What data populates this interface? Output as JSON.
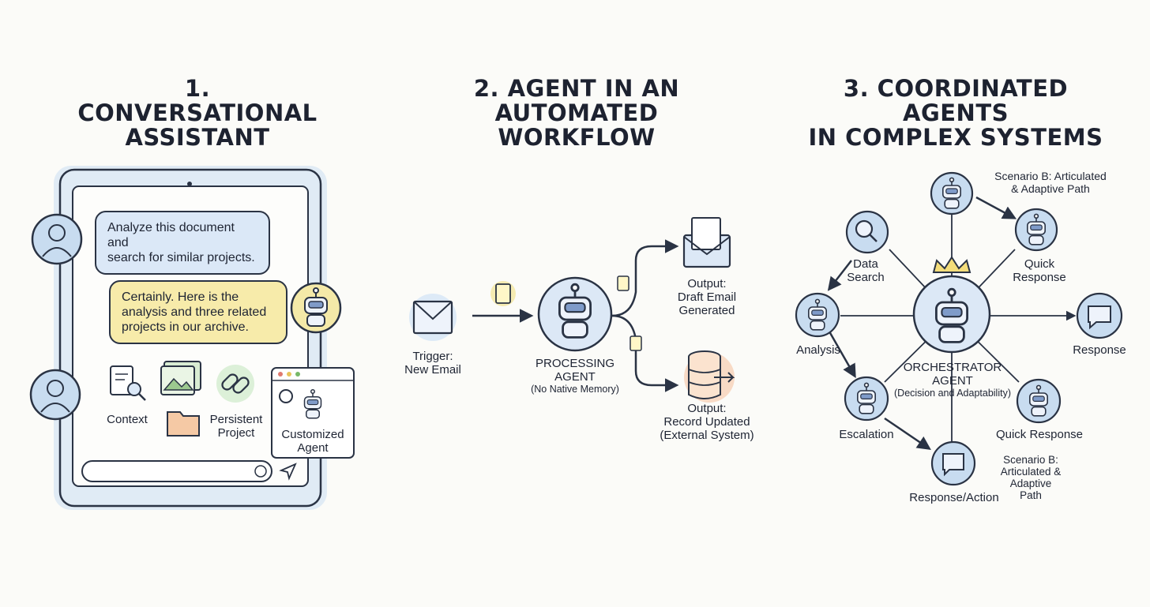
{
  "panel1": {
    "title_line1": "1. CONVERSATIONAL",
    "title_line2": "ASSISTANT",
    "user_message_line1": "Analyze this document and",
    "user_message_line2": "search for similar projects.",
    "agent_message_line1": "Certainly. Here is the",
    "agent_message_line2": "analysis and three related",
    "agent_message_line3": "projects in our archive.",
    "context_label": "Context",
    "persistent_project_line1": "Persistent",
    "persistent_project_line2": "Project",
    "customized_agent_line1": "Customized",
    "customized_agent_line2": "Agent"
  },
  "panel2": {
    "title_line1": "2. AGENT IN AN AUTOMATED",
    "title_line2": "WORKFLOW",
    "trigger_line1": "Trigger:",
    "trigger_line2": "New Email",
    "processing_line1": "PROCESSING",
    "processing_line2": "AGENT",
    "processing_note": "(No Native Memory)",
    "output1_line1": "Output:",
    "output1_line2": "Draft Email",
    "output1_line3": "Generated",
    "output2_line1": "Output:",
    "output2_line2": "Record Updated",
    "output2_line3": "(External System)"
  },
  "panel3": {
    "title_line1": "3. COORDINATED AGENTS",
    "title_line2": "IN COMPLEX SYSTEMS",
    "scenario_top_line1": "Scenario B: Articulated",
    "scenario_top_line2": "& Adaptive Path",
    "data_search_line1": "Data",
    "data_search_line2": "Search",
    "quick_response_top_line1": "Quick",
    "quick_response_top_line2": "Response",
    "analysis": "Analysis",
    "response": "Response",
    "orchestrator_line1": "ORCHESTRATOR",
    "orchestrator_line2": "AGENT",
    "orchestrator_note": "(Decision and Adaptability)",
    "escalation": "Escalation",
    "quick_response_bottom": "Quick Response",
    "scenario_bottom_line1": "Scenario B:",
    "scenario_bottom_line2": "Articulated & Adaptive",
    "scenario_bottom_line3": "Path",
    "response_action": "Response/Action"
  }
}
